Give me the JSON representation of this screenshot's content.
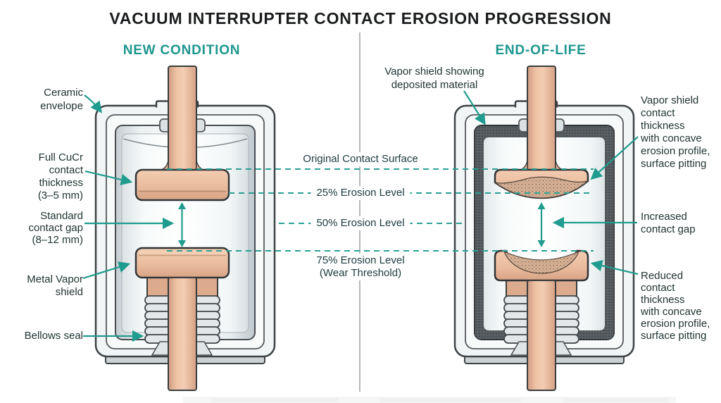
{
  "title": "VACUUM INTERRUPTER CONTACT EROSION PROGRESSION",
  "sections": {
    "left_heading": "NEW CONDITION",
    "right_heading": "END-OF-LIFE"
  },
  "labels": {
    "left": {
      "ceramic": "Ceramic\nenvelope",
      "full_cucr": "Full CuCr\ncontact\nthickness\n(3–5 mm)",
      "standard_gap": "Standard\ncontact gap\n(8–12 mm)",
      "metal_vapor": "Metal Vapor\nshield",
      "bellows": "Bellows seal"
    },
    "center": {
      "original": "Original Contact Surface",
      "l25": "25% Erosion Level",
      "l50": "50% Erosion Level",
      "l75": "75% Erosion Level\n(Wear Threshold)"
    },
    "right": {
      "deposited": "Vapor shield showing\ndeposited material",
      "vapor_contact": "Vapor shield\ncontact\nthickness\nwith concave\nerosion profile,\nsurface pitting",
      "increased_gap": "Increased\ncontact gap",
      "reduced": "Reduced\ncontact\nthickness\nwith concave\nerosion profile,\nsurface pitting"
    }
  },
  "colors": {
    "accent_teal": "#1f9c8d",
    "dashed_teal": "#2aa093",
    "copper": "#e9bca1",
    "deposit_gray": "#565c60",
    "envelope_gray": "#f2f5f6"
  }
}
